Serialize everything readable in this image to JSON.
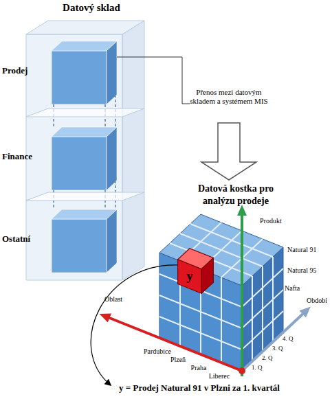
{
  "diagram": {
    "caption": "y = Prodej Natural 91 v Plzni za 1. kvartál",
    "nodes": [
      {
        "text": [
          "Datový sklad"
        ]
      },
      {
        "text": [
          "Prodej"
        ],
        "in": 0
      },
      {
        "text": [
          "Finance"
        ],
        "in": 0
      },
      {
        "text": [
          "Ostatní"
        ],
        "in": 0
      },
      {
        "text": [
          "Přenos mezi datovým skladem a systémem MIS"
        ]
      },
      {
        "text": [
          "Datová kostka pro analýzu prodeje"
        ]
      },
      {
        "text": [
          "y"
        ],
        "in": 5
      }
    ],
    "edges": [
      {
        "from": 1,
        "to": 4,
        "arrow": "none"
      },
      {
        "from": 4,
        "to": 5,
        "arrow": "to"
      }
    ],
    "labels": [
      "Produkt",
      "Natural 91",
      "Natural 95",
      "Nafta",
      "Období",
      "4. Q",
      "3. Q",
      "2. Q",
      "1. Q",
      "Oblast",
      "Pardubice",
      "Plzeň",
      "Praha",
      "Liberec"
    ]
  }
}
